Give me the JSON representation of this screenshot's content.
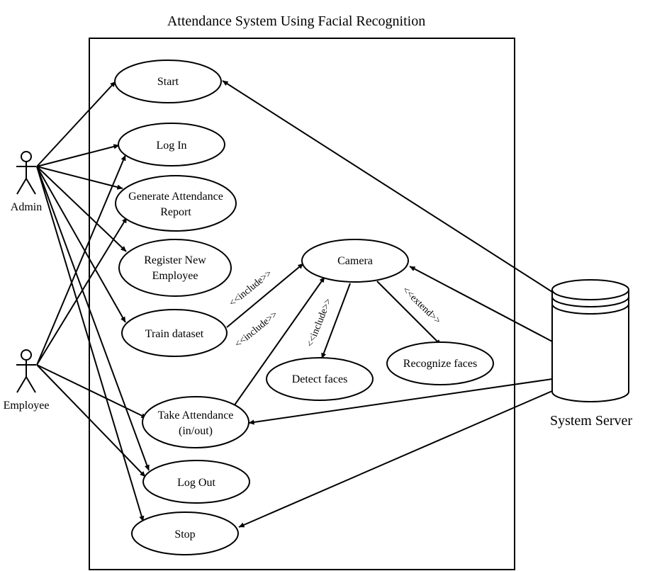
{
  "title": "Attendance System Using Facial Recognition",
  "actors": {
    "admin": "Admin",
    "employee": "Employee",
    "server": "System Server"
  },
  "use_cases": {
    "start": [
      "Start"
    ],
    "login": [
      "Log In"
    ],
    "report": [
      "Generate Attendance",
      "Report"
    ],
    "register": [
      "Register New",
      "Employee"
    ],
    "train": [
      "Train dataset"
    ],
    "camera": [
      "Camera"
    ],
    "detect": [
      "Detect faces"
    ],
    "recognize": [
      "Recognize faces"
    ],
    "take": [
      "Take Attendance",
      "(in/out)"
    ],
    "logout": [
      "Log Out"
    ],
    "stop": [
      "Stop"
    ]
  },
  "relations": {
    "include_1": "<<include>>",
    "include_2": "<<include>>",
    "include_3": "<<include>>",
    "extend": "<<extend>>"
  }
}
